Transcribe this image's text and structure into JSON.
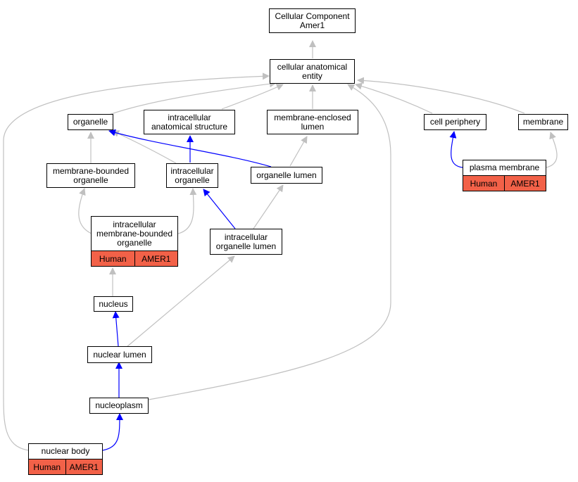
{
  "colors": {
    "grey_edge": "#c0c0c0",
    "blue_edge": "#0000ff",
    "tag_fill": "#f26148"
  },
  "nodes": {
    "root": {
      "label": "Cellular Component\nAmer1"
    },
    "cae": {
      "label": "cellular anatomical\nentity"
    },
    "organelle": {
      "label": "organelle"
    },
    "ias": {
      "label": "intracellular\nanatomical structure"
    },
    "mel": {
      "label": "membrane-enclosed\nlumen"
    },
    "cellper": {
      "label": "cell periphery"
    },
    "membrane": {
      "label": "membrane"
    },
    "mbo": {
      "label": "membrane-bounded\norganelle"
    },
    "io": {
      "label": "intracellular\norganelle"
    },
    "ol": {
      "label": "organelle lumen"
    },
    "pm": {
      "label": "plasma membrane",
      "tags": [
        "Human",
        "AMER1"
      ]
    },
    "imbo": {
      "label": "intracellular\nmembrane-bounded\norganelle",
      "tags": [
        "Human",
        "AMER1"
      ]
    },
    "iol": {
      "label": "intracellular\norganelle lumen"
    },
    "nucleus": {
      "label": "nucleus"
    },
    "nl": {
      "label": "nuclear lumen"
    },
    "np": {
      "label": "nucleoplasm"
    },
    "nb": {
      "label": "nuclear body",
      "tags": [
        "Human",
        "AMER1"
      ]
    }
  }
}
